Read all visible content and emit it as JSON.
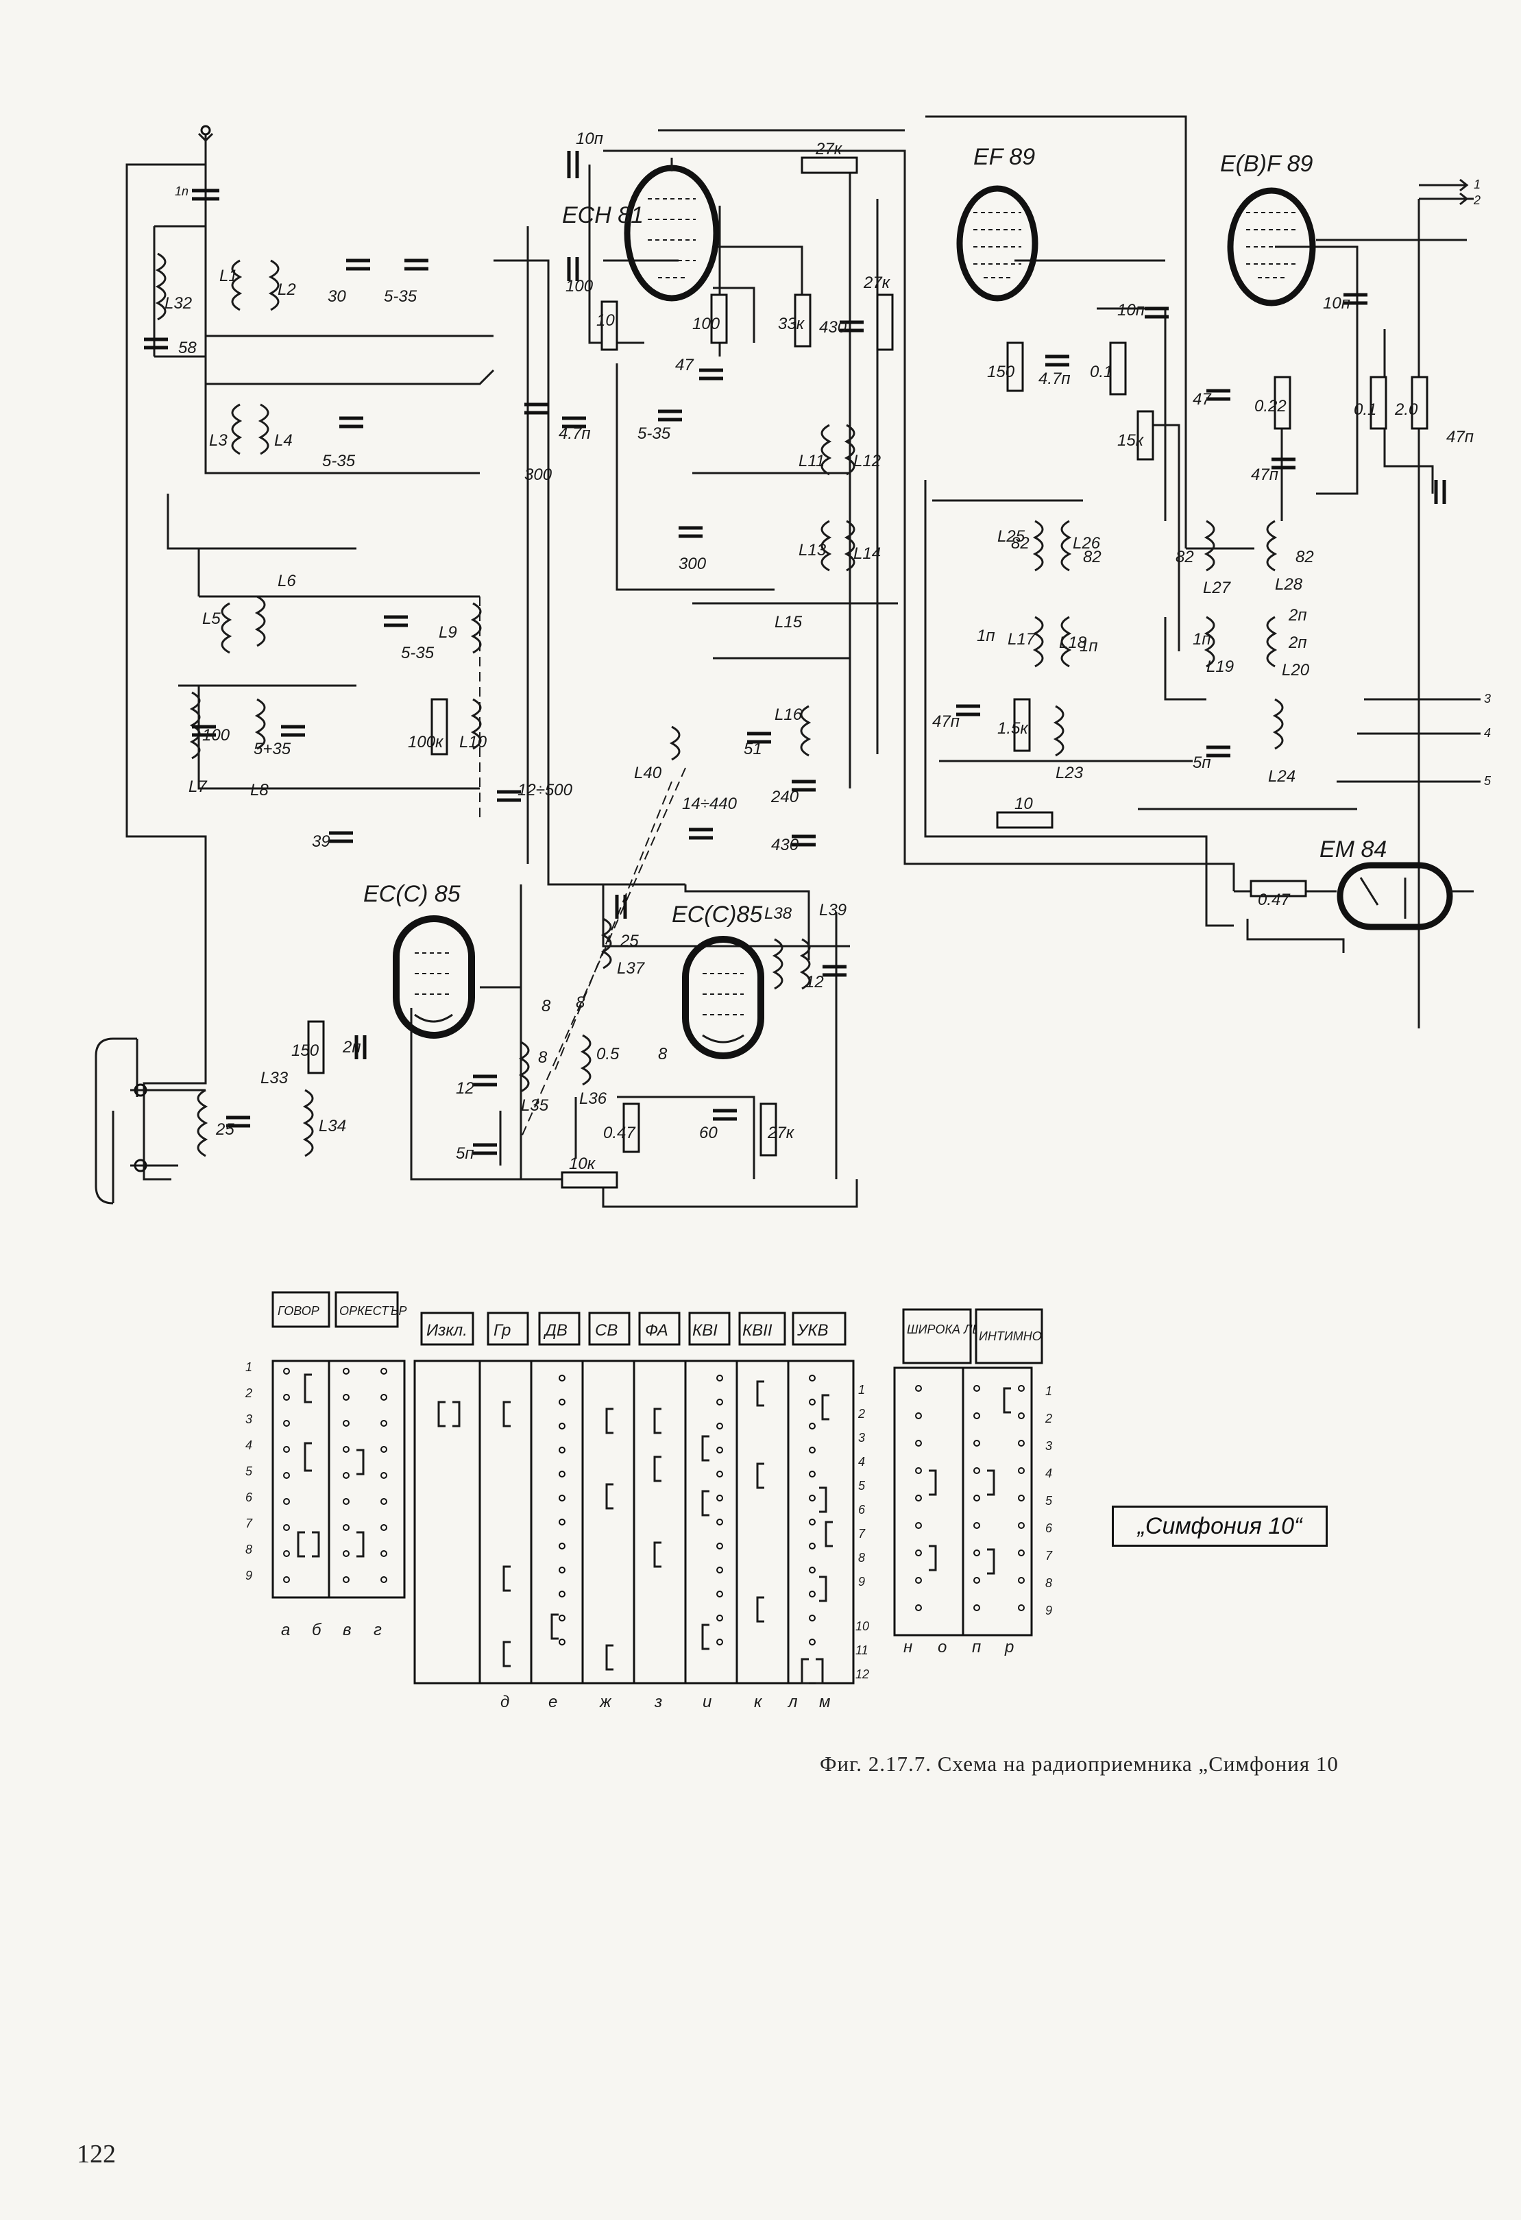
{
  "tubes": [
    {
      "id": "ech81",
      "label": "ECH 81"
    },
    {
      "id": "ef89",
      "label": "EF 89"
    },
    {
      "id": "ebf89",
      "label": "E(B)F 89"
    },
    {
      "id": "em84",
      "label": "EM 84"
    },
    {
      "id": "ecc85_left",
      "label": "EC(C) 85"
    },
    {
      "id": "ecc85_right",
      "label": "EC(C)85"
    }
  ],
  "inductors": [
    "L32",
    "L1",
    "L2",
    "L3",
    "L4",
    "L5",
    "L6",
    "L7",
    "L8",
    "L9",
    "L10",
    "L11",
    "L12",
    "L13",
    "L14",
    "L15",
    "L16",
    "L17",
    "L18",
    "L19",
    "L20",
    "L23",
    "L24",
    "L25",
    "L26",
    "L27",
    "L28",
    "L33",
    "L34",
    "L35",
    "L36",
    "L37",
    "L38",
    "L39",
    "L40"
  ],
  "components": [
    "1n",
    "58",
    "30",
    "5-35",
    "5-35",
    "5-35",
    "5+35",
    "100",
    "100к",
    "12÷500",
    "300",
    "10п",
    "100",
    "10",
    "4.7п",
    "47",
    "5-35",
    "100",
    "33к",
    "430",
    "27к",
    "27к",
    "0.1",
    "150",
    "4.7п",
    "10п",
    "15к",
    "47",
    "0.22",
    "47п",
    "10п",
    "0.1",
    "2.0",
    "47п",
    "82",
    "82",
    "82",
    "1п",
    "1п",
    "2п",
    "82",
    "1п",
    "2п",
    "47п",
    "1.5к",
    "300",
    "51",
    "240",
    "430",
    "14÷440",
    "10",
    "5п",
    "0.47",
    "39",
    "150",
    "2п",
    "25",
    "12",
    "5п",
    "8",
    "8",
    "0.5",
    "8",
    "8",
    "25",
    "12",
    "60",
    "27к",
    "0.47",
    "10к"
  ],
  "outputs": [
    "1",
    "2",
    "3",
    "4",
    "5"
  ],
  "switch_panel": {
    "left_buttons": [
      "ГОВОР",
      "ОРКЕСТЪР"
    ],
    "middle_buttons": [
      "Изкл.",
      "Гр",
      "ДВ",
      "СВ",
      "ФА",
      "КВI",
      "КВII",
      "УКВ"
    ],
    "right_buttons": [
      "ШИРОКА ЛЕНТА",
      "ИНТИМНО"
    ],
    "row_numbers_left": [
      "1",
      "2",
      "3",
      "4",
      "5",
      "6",
      "7",
      "8",
      "9"
    ],
    "row_numbers_middle": [
      "1",
      "2",
      "3",
      "4",
      "5",
      "6",
      "7",
      "8",
      "9",
      "10",
      "11",
      "12"
    ],
    "row_numbers_right": [
      "1",
      "2",
      "3",
      "4",
      "5",
      "6",
      "7",
      "8",
      "9"
    ],
    "left_column_letters": [
      "а",
      "б",
      "в",
      "г"
    ],
    "middle_column_letters": [
      "д",
      "е",
      "ж",
      "з",
      "и",
      "к",
      "л",
      "м"
    ],
    "right_column_letters": [
      "н",
      "о",
      "п",
      "р"
    ]
  },
  "model_label": "„Симфония 10“",
  "caption": "Фиг. 2.17.7. Схема на радиоприемника „Симфония 10",
  "page_number": "122"
}
